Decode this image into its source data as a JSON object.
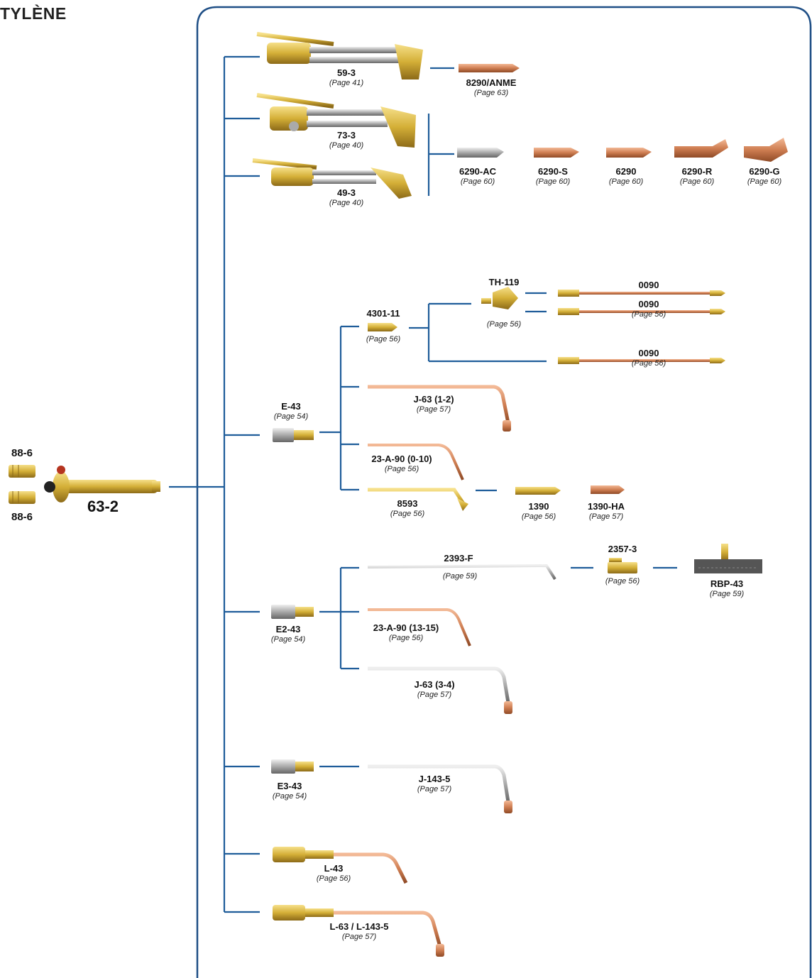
{
  "header": {
    "title": "TYLÈNE"
  },
  "colors": {
    "connector": "#1f5d9a",
    "frame": "#1f4f86",
    "brass": "#d4af37",
    "copper": "#c8794f",
    "steel": "#8a8a8a"
  },
  "items": [
    {
      "code": "63-2"
    },
    {
      "code": "88-6"
    },
    {
      "code": "88-6"
    },
    {
      "code": "59-3",
      "page": "(Page 41)"
    },
    {
      "code": "8290/ANME",
      "page": "(Page 63)"
    },
    {
      "code": "73-3",
      "page": "(Page 40)"
    },
    {
      "code": "49-3",
      "page": "(Page 40)"
    },
    {
      "code": "6290-AC",
      "page": "(Page 60)"
    },
    {
      "code": "6290-S",
      "page": "(Page 60)"
    },
    {
      "code": "6290",
      "page": "(Page 60)"
    },
    {
      "code": "6290-R",
      "page": "(Page 60)"
    },
    {
      "code": "6290-G",
      "page": "(Page 60)"
    },
    {
      "code": "TH-119",
      "page": "(Page 56)"
    },
    {
      "code": "4301-11",
      "page": "(Page 56)"
    },
    {
      "code": "0090"
    },
    {
      "code": "0090",
      "page": "(Page 56)"
    },
    {
      "code": "0090",
      "page": "(Page 56)"
    },
    {
      "code": "E-43",
      "page": "(Page 54)"
    },
    {
      "code": "J-63 (1-2)",
      "page": "(Page 57)"
    },
    {
      "code": "23-A-90 (0-10)",
      "page": "(Page 56)"
    },
    {
      "code": "8593",
      "page": "(Page 56)"
    },
    {
      "code": "1390",
      "page": "(Page 56)"
    },
    {
      "code": "1390-HA",
      "page": "(Page 57)"
    },
    {
      "code": "2393-F",
      "page": "(Page 59)"
    },
    {
      "code": "2357-3",
      "page": "(Page 56)"
    },
    {
      "code": "RBP-43",
      "page": "(Page 59)"
    },
    {
      "code": "E2-43",
      "page": "(Page 54)"
    },
    {
      "code": "23-A-90 (13-15)",
      "page": "(Page 56)"
    },
    {
      "code": "J-63 (3-4)",
      "page": "(Page 57)"
    },
    {
      "code": "E3-43",
      "page": "(Page 54)"
    },
    {
      "code": "J-143-5",
      "page": "(Page 57)"
    },
    {
      "code": "L-43",
      "page": "(Page 56)"
    },
    {
      "code": "L-63 / L-143-5",
      "page": "(Page 57)"
    }
  ]
}
